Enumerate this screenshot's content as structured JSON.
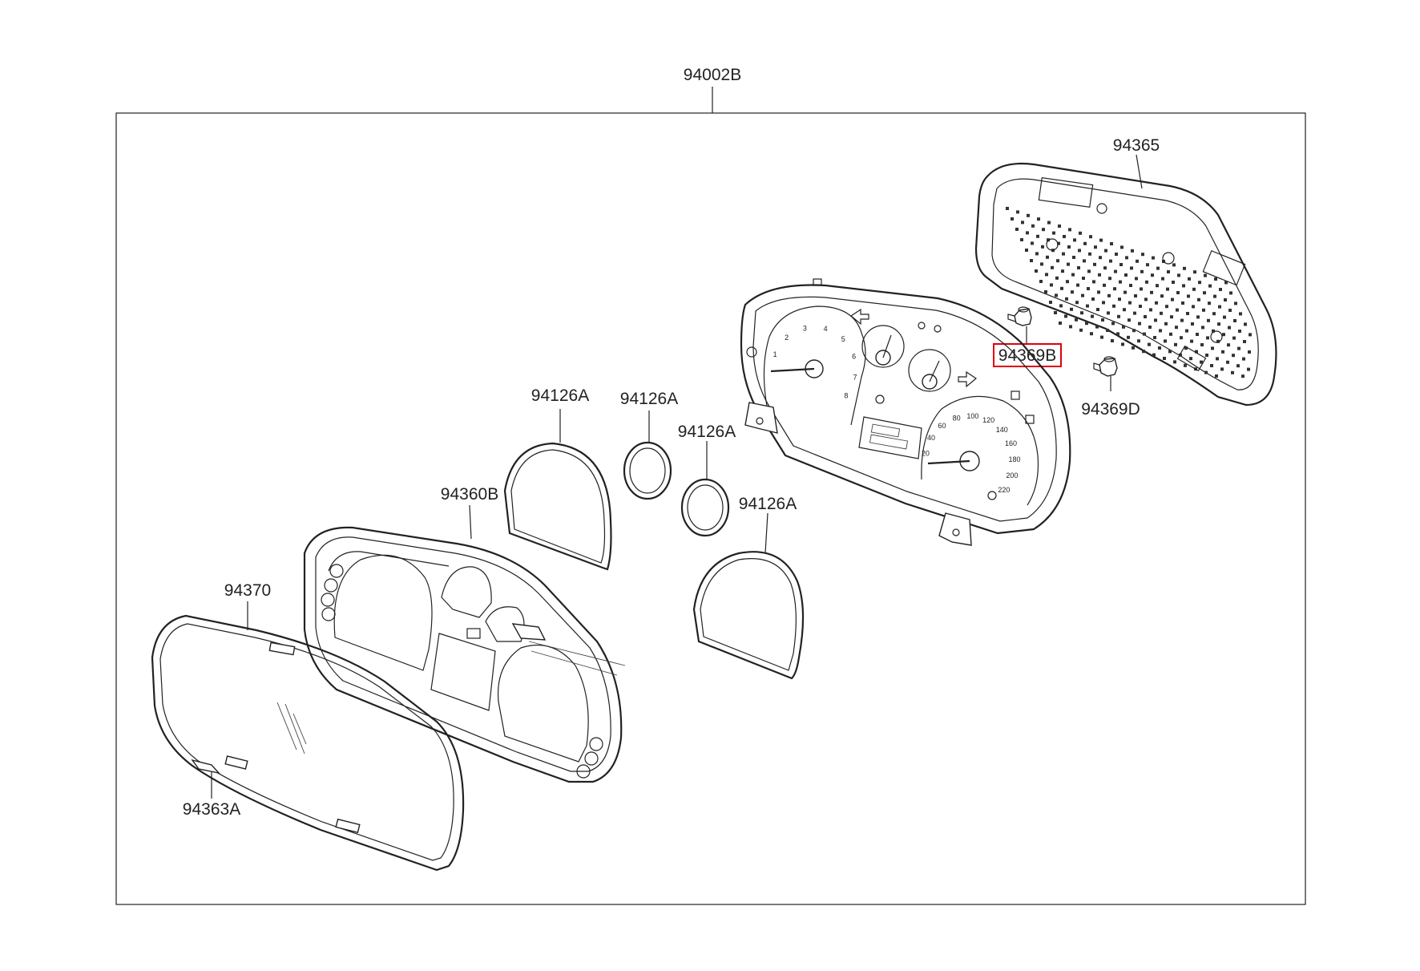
{
  "diagram": {
    "assembly_label": "94002B",
    "parts": {
      "rear_cover": "94365",
      "bulb_b": "94369B",
      "bulb_d": "94369D",
      "gasket_1": "94126A",
      "gasket_2": "94126A",
      "gasket_3": "94126A",
      "gasket_4": "94126A",
      "front_bezel": "94360B",
      "glass_cover": "94370",
      "tape": "94363A"
    },
    "highlighted_part": "94369B",
    "highlight_color": "#e0000f",
    "gauge_marks": {
      "speed": [
        "20",
        "40",
        "60",
        "80",
        "100",
        "120",
        "140",
        "160",
        "180",
        "200",
        "220"
      ],
      "tacho": [
        "1",
        "2",
        "3",
        "4",
        "5",
        "6",
        "7",
        "8"
      ]
    }
  }
}
